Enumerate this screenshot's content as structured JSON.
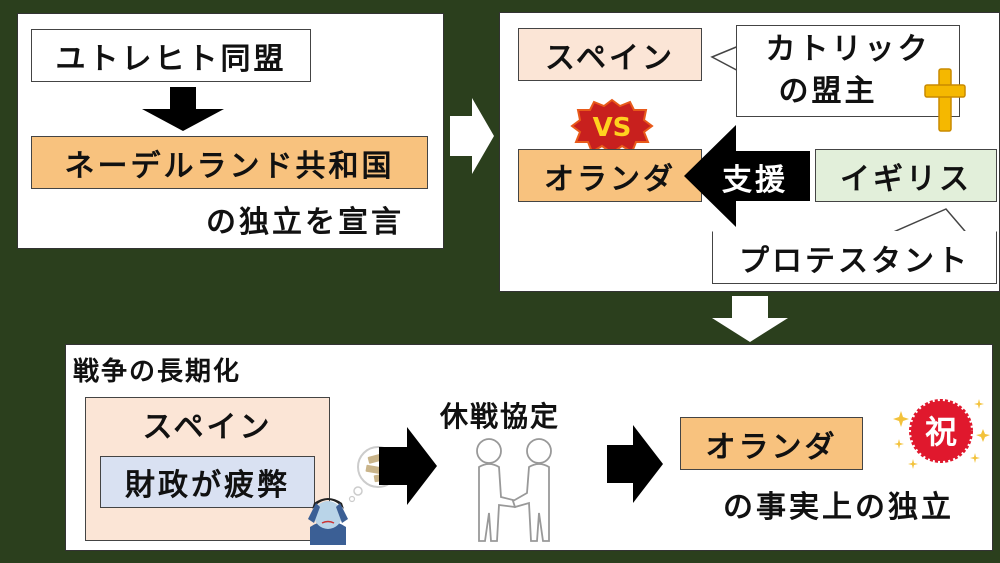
{
  "panel1": {
    "alliance": "ユトレヒト同盟",
    "republic": "ネーデルランド共和国",
    "declaration": "の独立を宣言"
  },
  "panel2": {
    "spain": "スペイン",
    "vs": "VS",
    "catholic_line1": "カトリック",
    "catholic_line2": "の盟主",
    "netherlands": "オランダ",
    "support": "支援",
    "england": "イギリス",
    "protestant": "プロテスタント"
  },
  "panel3": {
    "heading": "戦争の長期化",
    "spain": "スペイン",
    "finance": "財政が疲弊",
    "truce": "休戦協定",
    "netherlands": "オランダ",
    "independence": "の事実上の独立",
    "celebration": "祝"
  },
  "colors": {
    "background": "#2b3f1d",
    "orange": "#f8c27e",
    "pink": "#fbe5d6",
    "green": "#e2efda",
    "blue": "#d9e1f2",
    "vs_red": "#c8201e",
    "vs_yellow": "#ffd21f",
    "celebration_red": "#e0182d",
    "cross_gold": "#f5b800"
  }
}
